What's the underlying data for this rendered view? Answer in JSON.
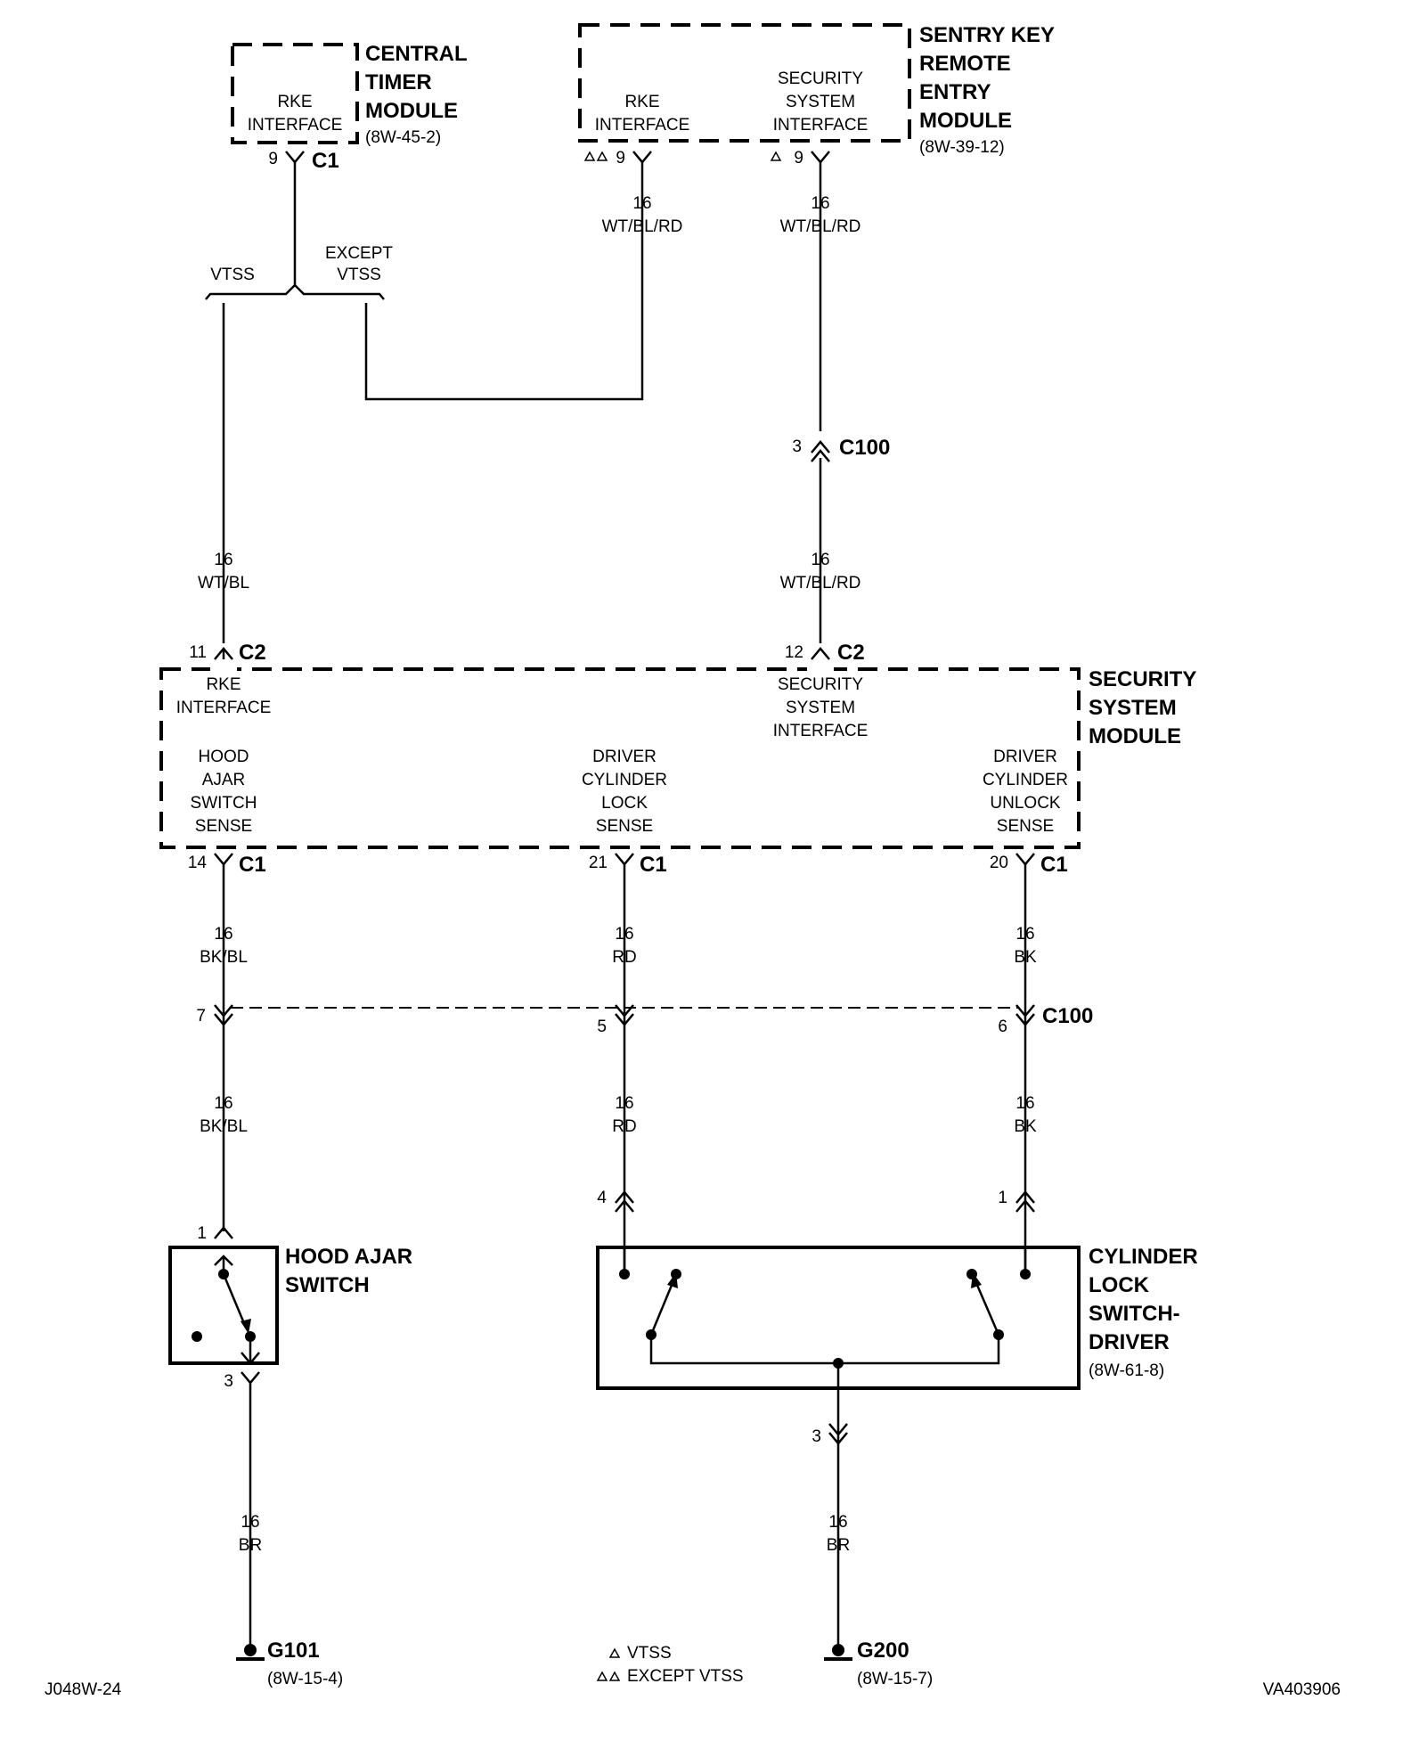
{
  "modules": {
    "ctm": {
      "title_lines": [
        "CENTRAL",
        "TIMER",
        "MODULE"
      ],
      "ref": "(8W-45-2)",
      "inner_lines": [
        "RKE",
        "INTERFACE"
      ],
      "pin": "9",
      "connector": "C1"
    },
    "skrem": {
      "title_lines": [
        "SENTRY KEY",
        "REMOTE",
        "ENTRY",
        "MODULE"
      ],
      "ref": "(8W-39-12)",
      "rke_lines": [
        "RKE",
        "INTERFACE"
      ],
      "sec_lines": [
        "SECURITY",
        "SYSTEM",
        "INTERFACE"
      ],
      "rke_pin": "9",
      "sec_pin": "9"
    },
    "ssm": {
      "title_lines": [
        "SECURITY",
        "SYSTEM",
        "MODULE"
      ],
      "rke_lines": [
        "RKE",
        "INTERFACE"
      ],
      "sec_lines": [
        "SECURITY",
        "SYSTEM",
        "INTERFACE"
      ],
      "hood_lines": [
        "HOOD",
        "AJAR",
        "SWITCH",
        "SENSE"
      ],
      "lock_lines": [
        "DRIVER",
        "CYLINDER",
        "LOCK",
        "SENSE"
      ],
      "unlock_lines": [
        "DRIVER",
        "CYLINDER",
        "UNLOCK",
        "SENSE"
      ],
      "pins": {
        "rke": "11",
        "sec": "12",
        "hood": "14",
        "lock": "21",
        "unlock": "20"
      },
      "connectors": {
        "top": "C2",
        "bottom": "C1"
      }
    }
  },
  "splice": {
    "left": "VTSS",
    "right_lines": [
      "EXCEPT",
      "VTSS"
    ]
  },
  "wires": {
    "skrem_rke": [
      "16",
      "WT/BL/RD"
    ],
    "skrem_sec": [
      "16",
      "WT/BL/RD"
    ],
    "sec_lower": [
      "16",
      "WT/BL/RD"
    ],
    "rke_vtss": [
      "16",
      "WT/BL"
    ],
    "hood_upper": [
      "16",
      "BK/BL"
    ],
    "lock_upper": [
      "16",
      "RD"
    ],
    "unlock_upper": [
      "16",
      "BK"
    ],
    "hood_lower": [
      "16",
      "BK/BL"
    ],
    "lock_lower": [
      "16",
      "RD"
    ],
    "unlock_lower": [
      "16",
      "BK"
    ],
    "hood_ground": [
      "16",
      "BR"
    ],
    "cyl_ground": [
      "16",
      "BR"
    ]
  },
  "c100": {
    "name": "C100",
    "sec_pin": "3",
    "hood_pin": "7",
    "lock_pin": "5",
    "unlock_pin": "6"
  },
  "hood_switch": {
    "title_lines": [
      "HOOD AJAR",
      "SWITCH"
    ],
    "top_pin": "1",
    "bottom_pin": "3"
  },
  "cyl_switch": {
    "title_lines": [
      "CYLINDER",
      "LOCK",
      "SWITCH-",
      "DRIVER"
    ],
    "ref": "(8W-61-8)",
    "lock_pin": "4",
    "unlock_pin": "1",
    "ground_pin": "3"
  },
  "grounds": {
    "g101": {
      "name": "G101",
      "ref": "(8W-15-4)"
    },
    "g200": {
      "name": "G200",
      "ref": "(8W-15-7)"
    }
  },
  "legend": {
    "vtss": "VTSS",
    "except_vtss": "EXCEPT VTSS"
  },
  "footer": {
    "left": "J048W-24",
    "right": "VA403906"
  }
}
